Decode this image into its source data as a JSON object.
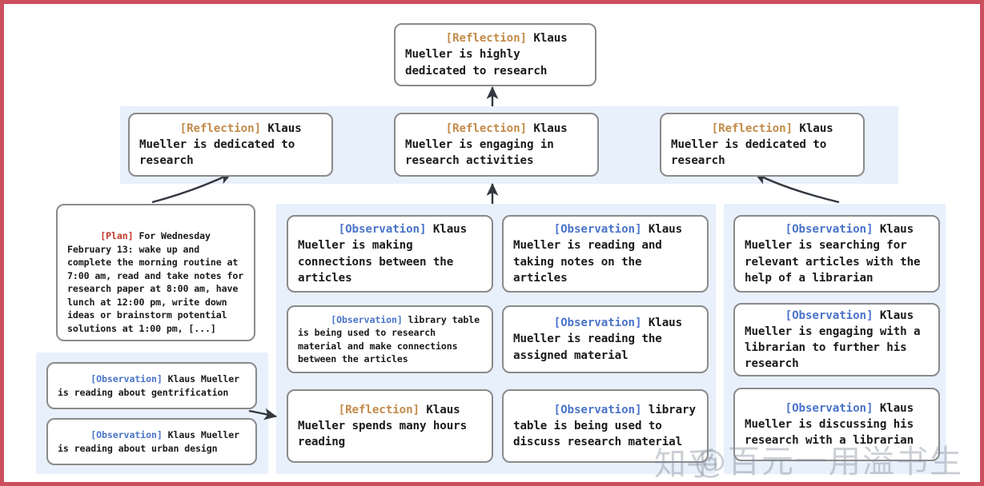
{
  "diagram": {
    "title": "Klaus Mueller reflection tree",
    "colors": {
      "page_border": "#cc4f5e",
      "panel_background": "#e8f0fb",
      "node_border": "#8a8a8a",
      "node_background": "#ffffff",
      "tag_reflection": "#c38b4a",
      "tag_observation": "#4a74c9",
      "tag_plan": "#c0392b",
      "arrow": "#33383f"
    },
    "root": {
      "tag": "[Reflection]",
      "tag_type": "reflection",
      "text": " Klaus Mueller is highly dedicated to research"
    },
    "reflection_row": [
      {
        "tag": "[Reflection]",
        "tag_type": "reflection",
        "text": " Klaus Mueller is dedicated to research"
      },
      {
        "tag": "[Reflection]",
        "tag_type": "reflection",
        "text": " Klaus Mueller is engaging in research activities"
      },
      {
        "tag": "[Reflection]",
        "tag_type": "reflection",
        "text": " Klaus Mueller is dedicated to research"
      }
    ],
    "plan_node": {
      "tag": "[Plan]",
      "tag_type": "plan",
      "text": " For Wednesday February 13: wake up and complete the morning routine at 7:00 am, read and take notes for research paper at 8:00 am, have lunch at 12:00 pm, write down ideas or brainstorm potential solutions at 1:00 pm, [...]"
    },
    "left_panel_nodes": [
      {
        "tag": "[Observation]",
        "tag_type": "observation",
        "text": " Klaus Mueller is reading about gentrification"
      },
      {
        "tag": "[Observation]",
        "tag_type": "observation",
        "text": " Klaus Mueller is reading about urban design"
      }
    ],
    "column_mid_left": [
      {
        "tag": "[Observation]",
        "tag_type": "observation",
        "text": " Klaus Mueller is making connections between the articles",
        "size": "normal"
      },
      {
        "tag": "[Observation]",
        "tag_type": "observation",
        "text": " library table is being used to research material and make connections between the articles",
        "size": "small"
      },
      {
        "tag": "[Reflection]",
        "tag_type": "reflection",
        "text": " Klaus Mueller spends many hours reading",
        "size": "normal"
      }
    ],
    "column_mid_right": [
      {
        "tag": "[Observation]",
        "tag_type": "observation",
        "text": " Klaus Mueller is reading and taking notes on the articles",
        "size": "normal"
      },
      {
        "tag": "[Observation]",
        "tag_type": "observation",
        "text": " Klaus Mueller is reading the assigned material",
        "size": "normal"
      },
      {
        "tag": "[Observation]",
        "tag_type": "observation",
        "text": " library table is being used to discuss research material",
        "size": "normal"
      }
    ],
    "column_right": [
      {
        "tag": "[Observation]",
        "tag_type": "observation",
        "text": " Klaus Mueller is searching for relevant articles with the help of a librarian",
        "size": "normal"
      },
      {
        "tag": "[Observation]",
        "tag_type": "observation",
        "text": " Klaus Mueller is engaging with a librarian to further his research",
        "size": "normal"
      },
      {
        "tag": "[Observation]",
        "tag_type": "observation",
        "text": " Klaus Mueller is discussing his research with a librarian",
        "size": "normal"
      }
    ],
    "watermark": {
      "left_mark": "知乎",
      "handle": "@百元一用溢书生"
    }
  }
}
